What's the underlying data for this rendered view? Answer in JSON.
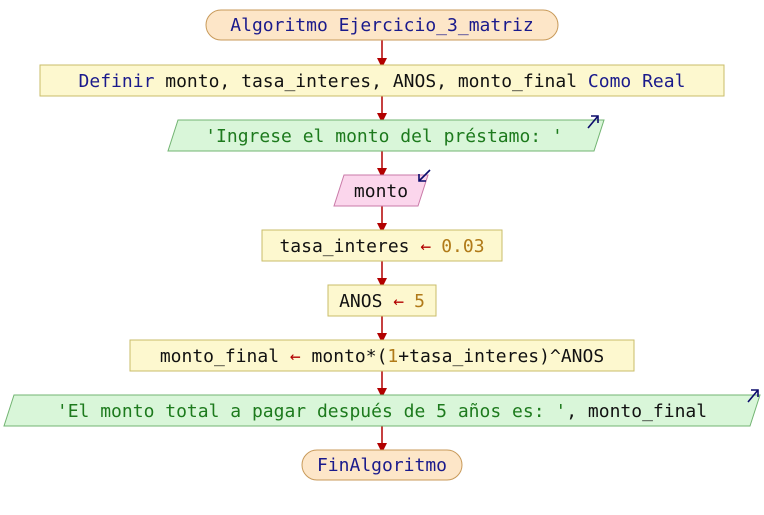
{
  "colors": {
    "terminal_fill": "#fde6c8",
    "terminal_stroke": "#c89a5a",
    "process_fill": "#fdf8cf",
    "process_stroke": "#c9bd6a",
    "output_fill": "#d9f6d9",
    "output_stroke": "#72b472",
    "input_fill": "#fbd6ec",
    "input_stroke": "#c97aa8",
    "arrow": "#b20000",
    "keyword": "#1a1a8c",
    "identifier": "#111111",
    "string": "#1d7a1d",
    "number": "#b07a18",
    "io_arrow": "#0b0b6b"
  },
  "flow": {
    "start": {
      "text": "Algoritmo Ejercicio_3_matriz"
    },
    "define": {
      "keyword": "Definir",
      "vars": " monto, tasa_interes, ANOS, monto_final ",
      "keyword2": "Como Real"
    },
    "output1": {
      "text": "'Ingrese el monto del préstamo: '"
    },
    "input1": {
      "text": "monto"
    },
    "assign1": {
      "lhs": "tasa_interes ",
      "arrow": "←",
      "value": "0.03"
    },
    "assign2": {
      "lhs": "ANOS ",
      "arrow": "←",
      "value": "5"
    },
    "assign3": {
      "lhs": "monto_final ",
      "arrow": "←",
      "expr_a": " monto*(",
      "num": "1",
      "expr_b": "+tasa_interes)^ANOS"
    },
    "output2": {
      "text": "'El monto total a pagar después de 5 años es: '",
      "tail": ", monto_final"
    },
    "end": {
      "text": "FinAlgoritmo"
    }
  }
}
